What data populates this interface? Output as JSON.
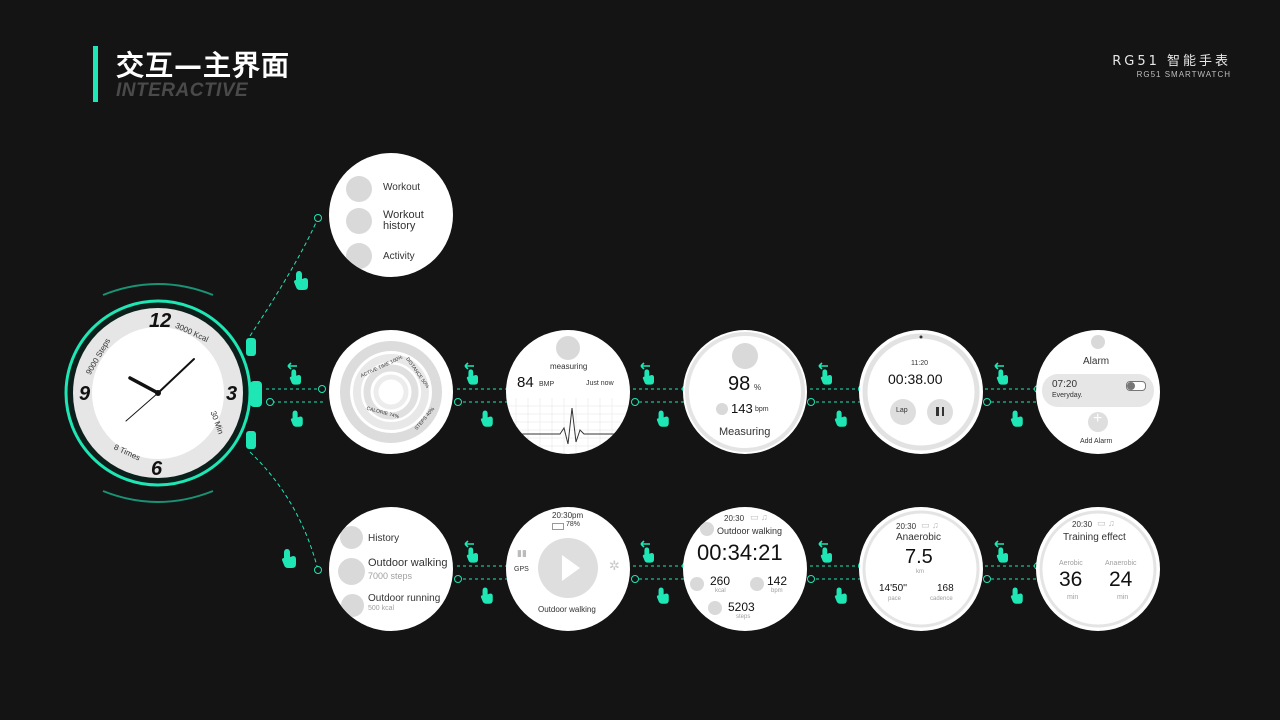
{
  "header": {
    "title_cn": "交互—主界面",
    "title_en": "INTERACTIVE",
    "brand_cn": "RG51 智能手表",
    "brand_en": "RG51 SMARTWATCH"
  },
  "colors": {
    "accent": "#1ee6b4",
    "background": "#141414",
    "screen": "#ffffff",
    "placeholder": "#d9d9d9"
  },
  "watch_face": {
    "numbers": [
      "12",
      "3",
      "6",
      "9"
    ],
    "labels": {
      "top_right": "3000 Kcal",
      "right": "30 Min",
      "bottom_left": "8 Times",
      "left": "9000 Steps"
    }
  },
  "menu_screen": {
    "items": [
      "Workout",
      "Workout history",
      "Activity"
    ]
  },
  "rings_screen": {
    "labels": [
      "ACTIVE TIME 100%",
      "DISTANCE 50%",
      "CALORIE 74%",
      "STEPS 40%"
    ]
  },
  "heart_screen": {
    "status": "measuring",
    "value": "84",
    "unit": "BMP",
    "time": "Just now"
  },
  "spo2_screen": {
    "value": "98",
    "unit": "%",
    "bpm_value": "143",
    "bpm_unit": "bpm",
    "status": "Measuring"
  },
  "stopwatch_screen": {
    "time": "11:20",
    "elapsed": "00:38.00",
    "lap_label": "Lap"
  },
  "alarm_screen": {
    "title": "Alarm",
    "alarm_time": "07:20",
    "repeat": "Everyday.",
    "add_label": "Add Alarm"
  },
  "history_screen": {
    "items": [
      {
        "title": "History",
        "sub": ""
      },
      {
        "title": "Outdoor walking",
        "sub": "7000 steps"
      },
      {
        "title": "Outdoor running",
        "sub": "500 kcal"
      }
    ]
  },
  "start_screen": {
    "time": "20:30pm",
    "battery": "78%",
    "gps": "GPS",
    "label": "Outdoor walking"
  },
  "walking_screen": {
    "time": "20:30",
    "title": "Outdoor walking",
    "elapsed": "00:34:21",
    "kcal_value": "260",
    "kcal_unit": "kcal",
    "bpm_value": "142",
    "bpm_unit": "bpm",
    "steps_value": "5203",
    "steps_unit": "steps"
  },
  "anaerobic_screen": {
    "time": "20:30",
    "title": "Anaerobic",
    "distance": "7.5",
    "distance_unit": "km",
    "pace_value": "14'50''",
    "pace_unit": "pace",
    "cadence_value": "168",
    "cadence_unit": "cadence"
  },
  "training_screen": {
    "time": "20:30",
    "title": "Training effect",
    "aerobic_label": "Aerobic",
    "aerobic_value": "36",
    "aerobic_unit": "min",
    "anaerobic_label": "Anaerobic",
    "anaerobic_value": "24",
    "anaerobic_unit": "min"
  }
}
